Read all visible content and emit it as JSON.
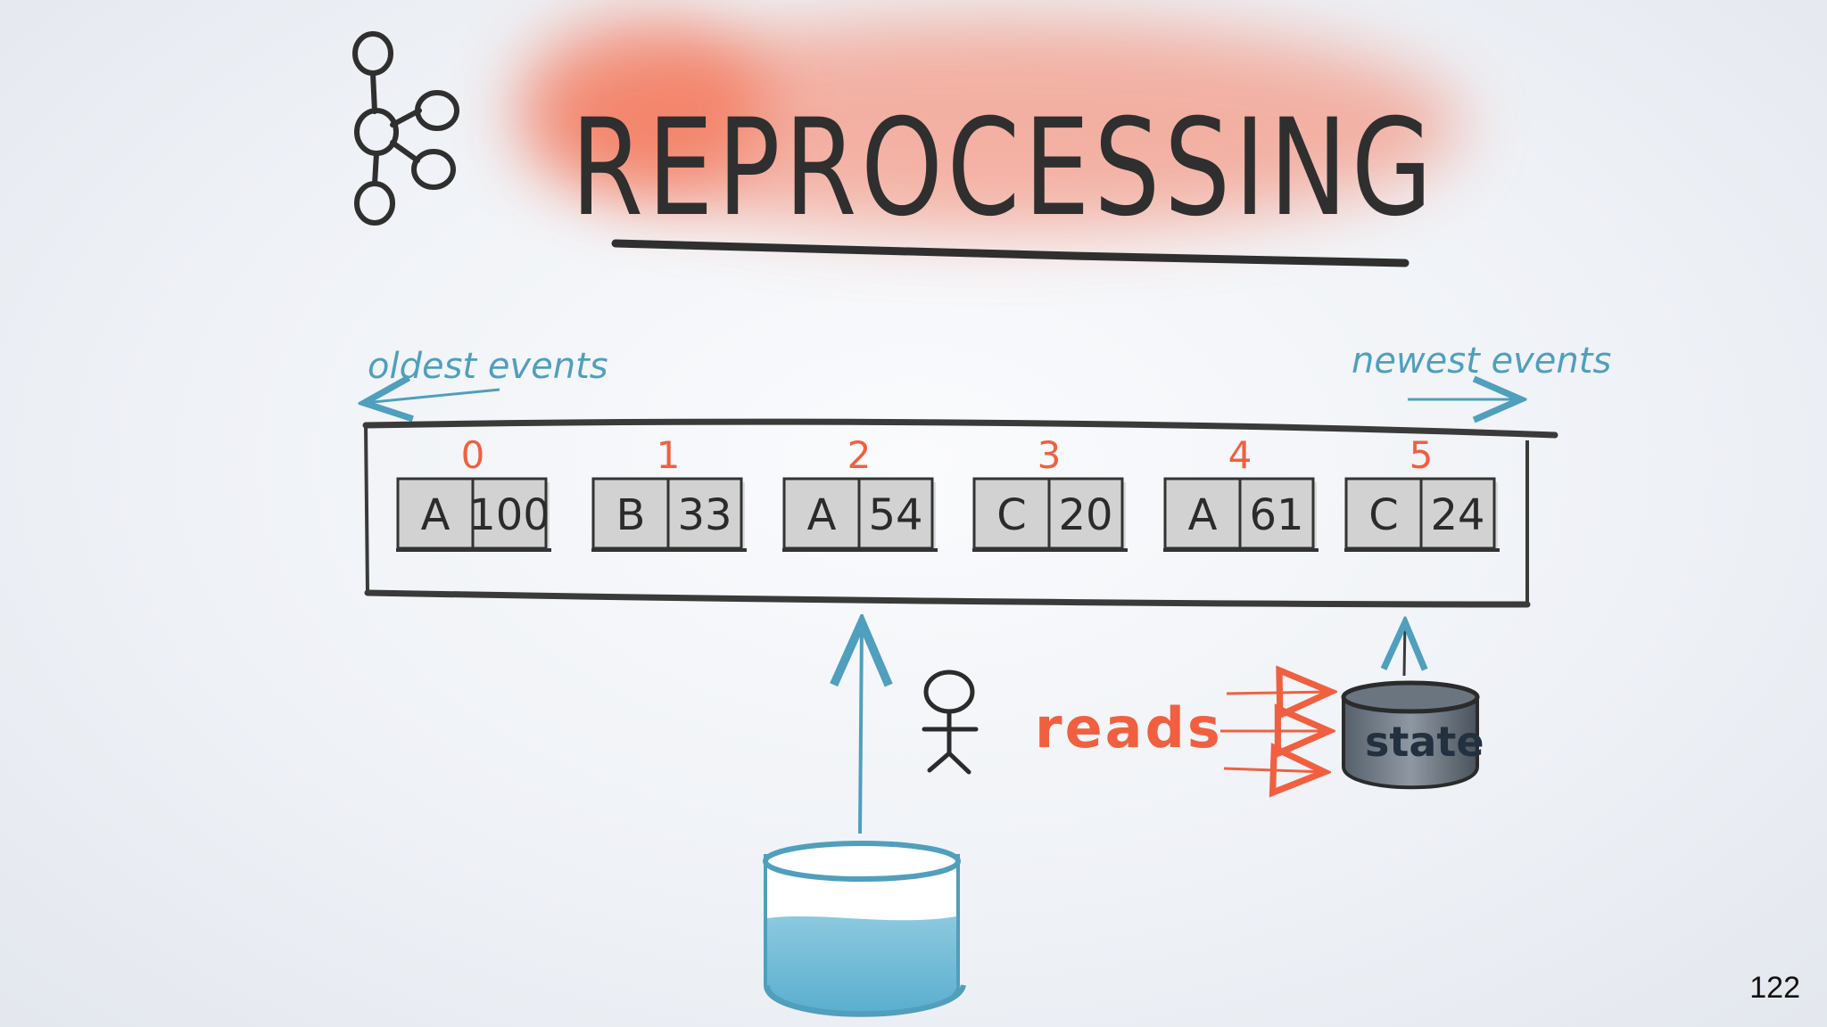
{
  "title": "REPROCESSING",
  "labels": {
    "oldest": "oldest events",
    "newest": "newest events",
    "reads": "reads",
    "state": "state"
  },
  "events": [
    {
      "offset": "0",
      "key": "A",
      "value": "100"
    },
    {
      "offset": "1",
      "key": "B",
      "value": "33"
    },
    {
      "offset": "2",
      "key": "A",
      "value": "54"
    },
    {
      "offset": "3",
      "key": "C",
      "value": "20"
    },
    {
      "offset": "4",
      "key": "A",
      "value": "61"
    },
    {
      "offset": "5",
      "key": "C",
      "value": "24"
    }
  ],
  "page_number": "122",
  "colors": {
    "accent_orange": "#f06040",
    "label_blue": "#4f9fbd",
    "ink": "#2f2f2f",
    "title_glow": "#f47a5e"
  },
  "icons": [
    "kafka-logo-icon",
    "stick-figure-icon",
    "state-store-icon",
    "database-cylinder-icon"
  ]
}
